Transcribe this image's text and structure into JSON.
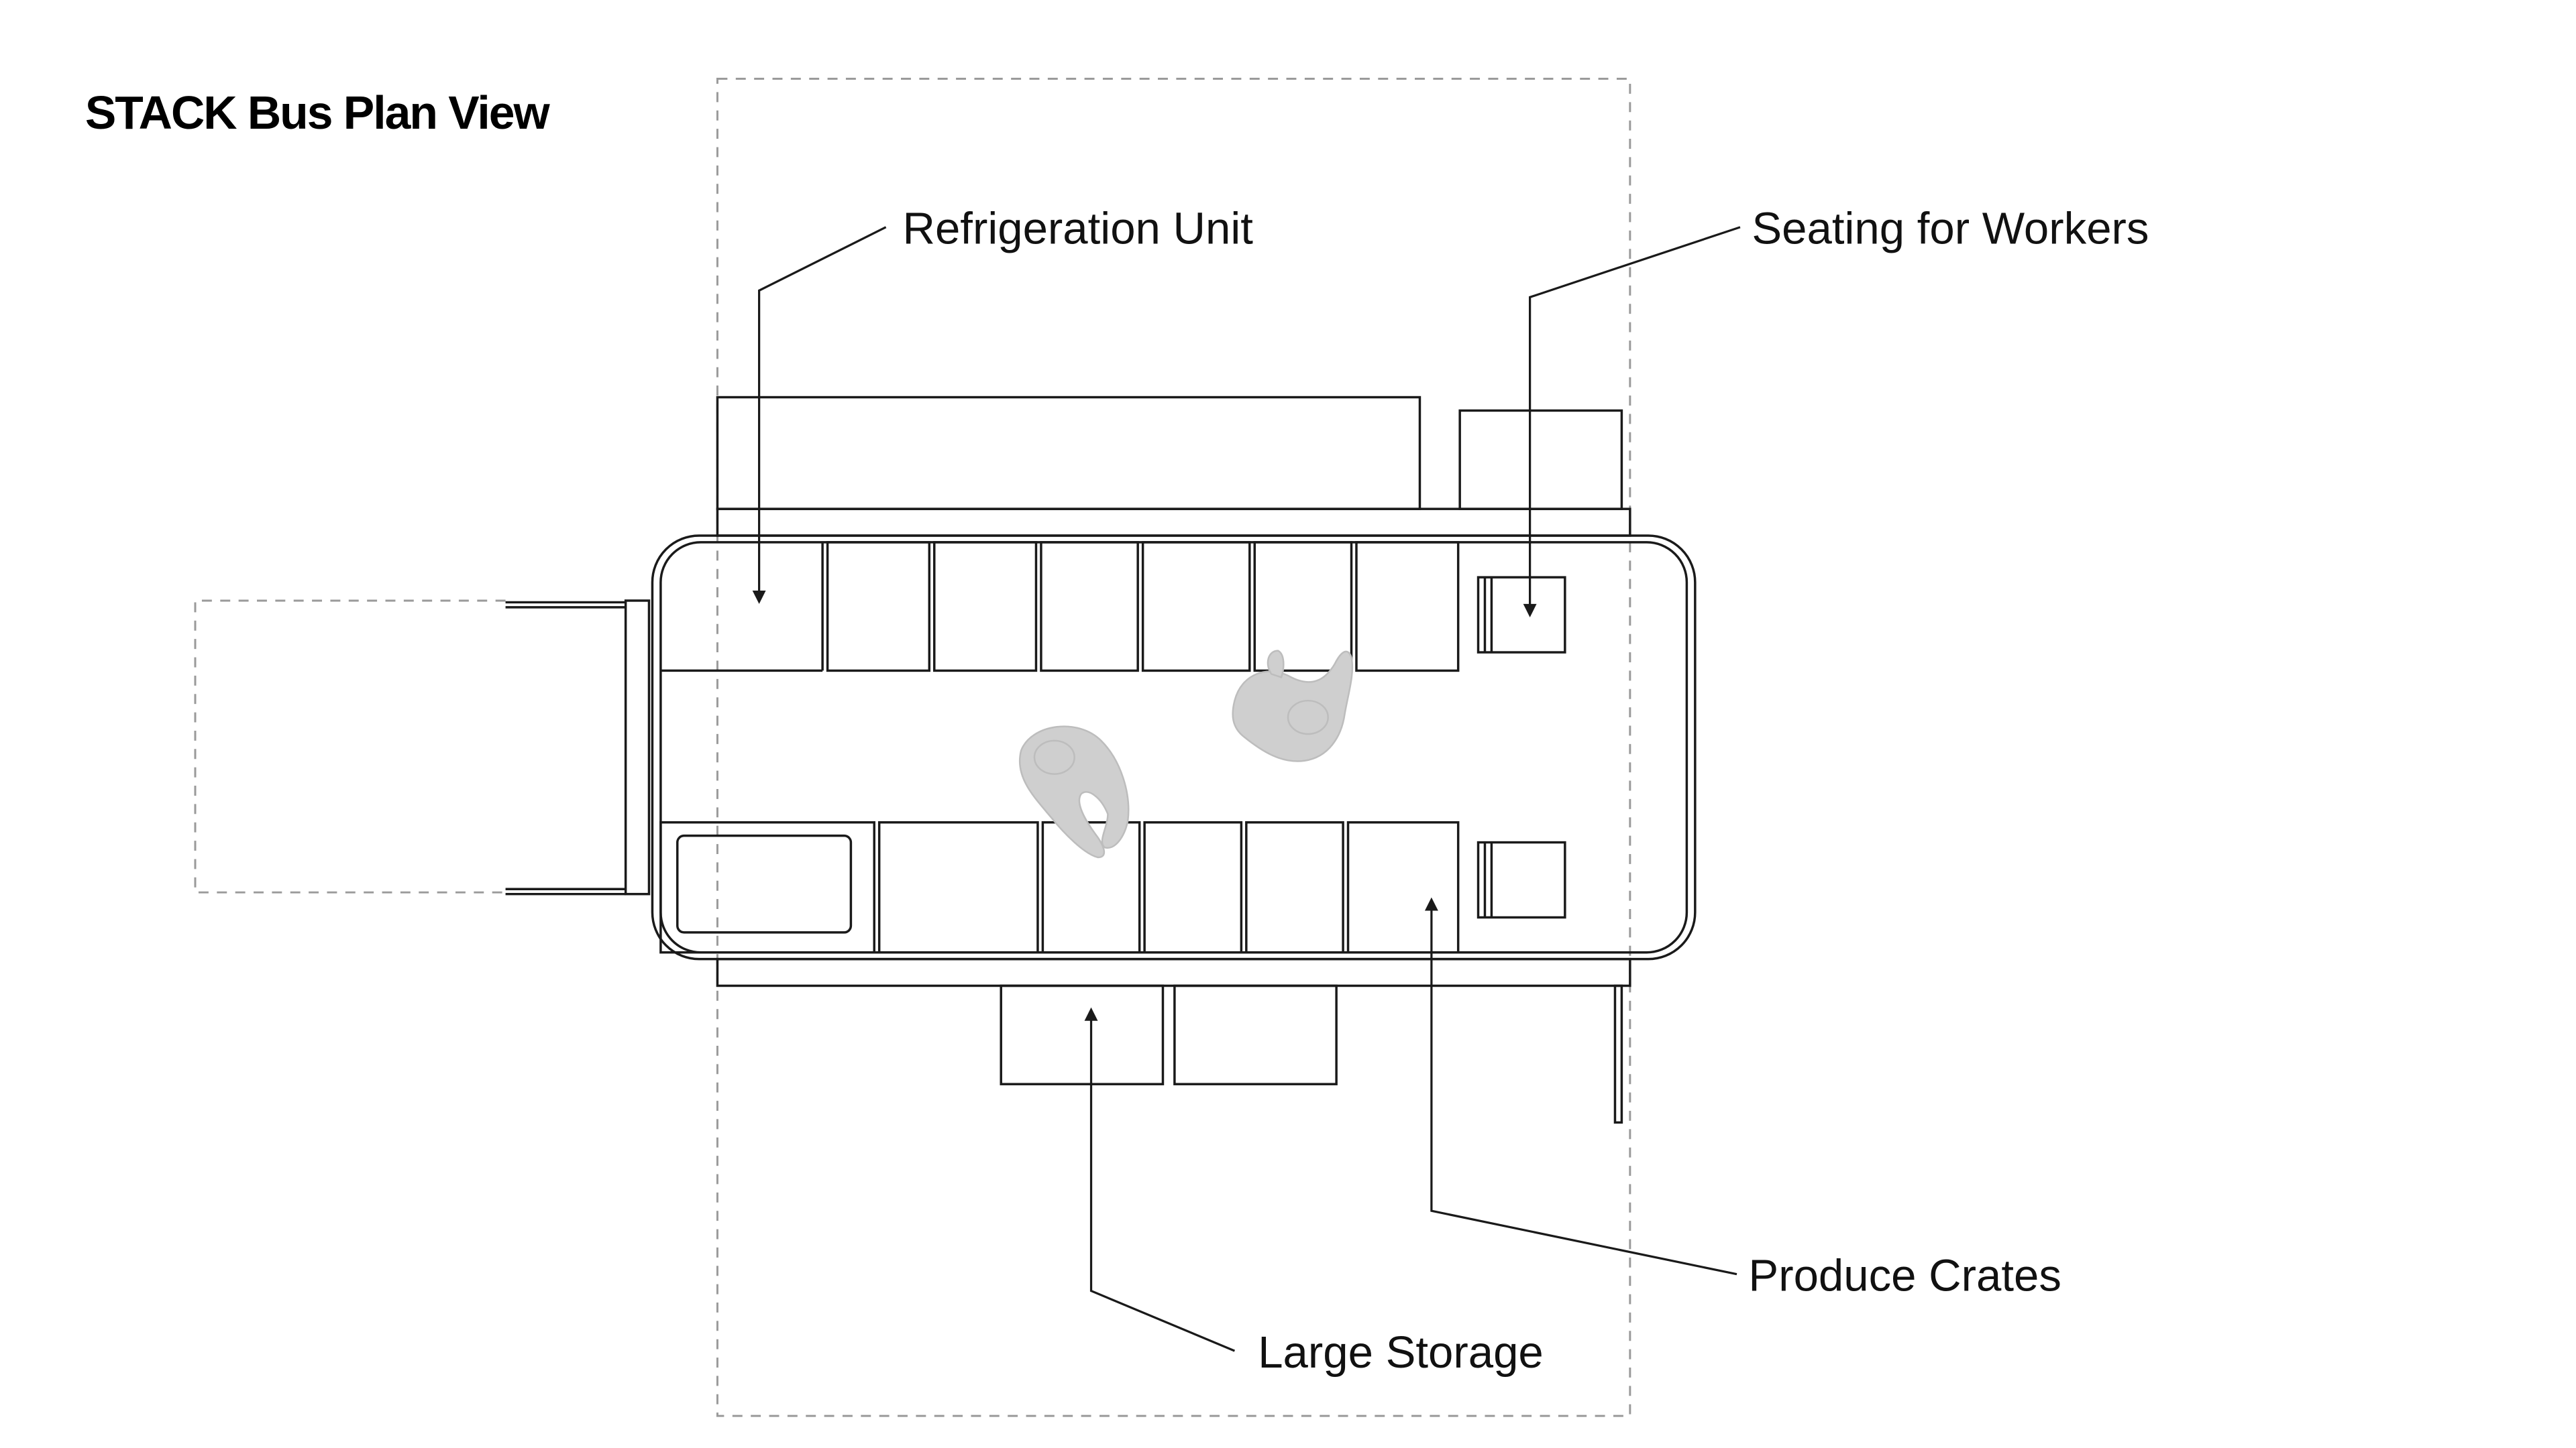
{
  "title": "STACK Bus Plan View",
  "labels": {
    "refrigeration": "Refrigeration Unit",
    "seating": "Seating for Workers",
    "produce": "Produce Crates",
    "storage": "Large Storage"
  },
  "colors": {
    "line": "#1a1a1a",
    "dashed": "#999999",
    "figure": "#cccccc"
  }
}
